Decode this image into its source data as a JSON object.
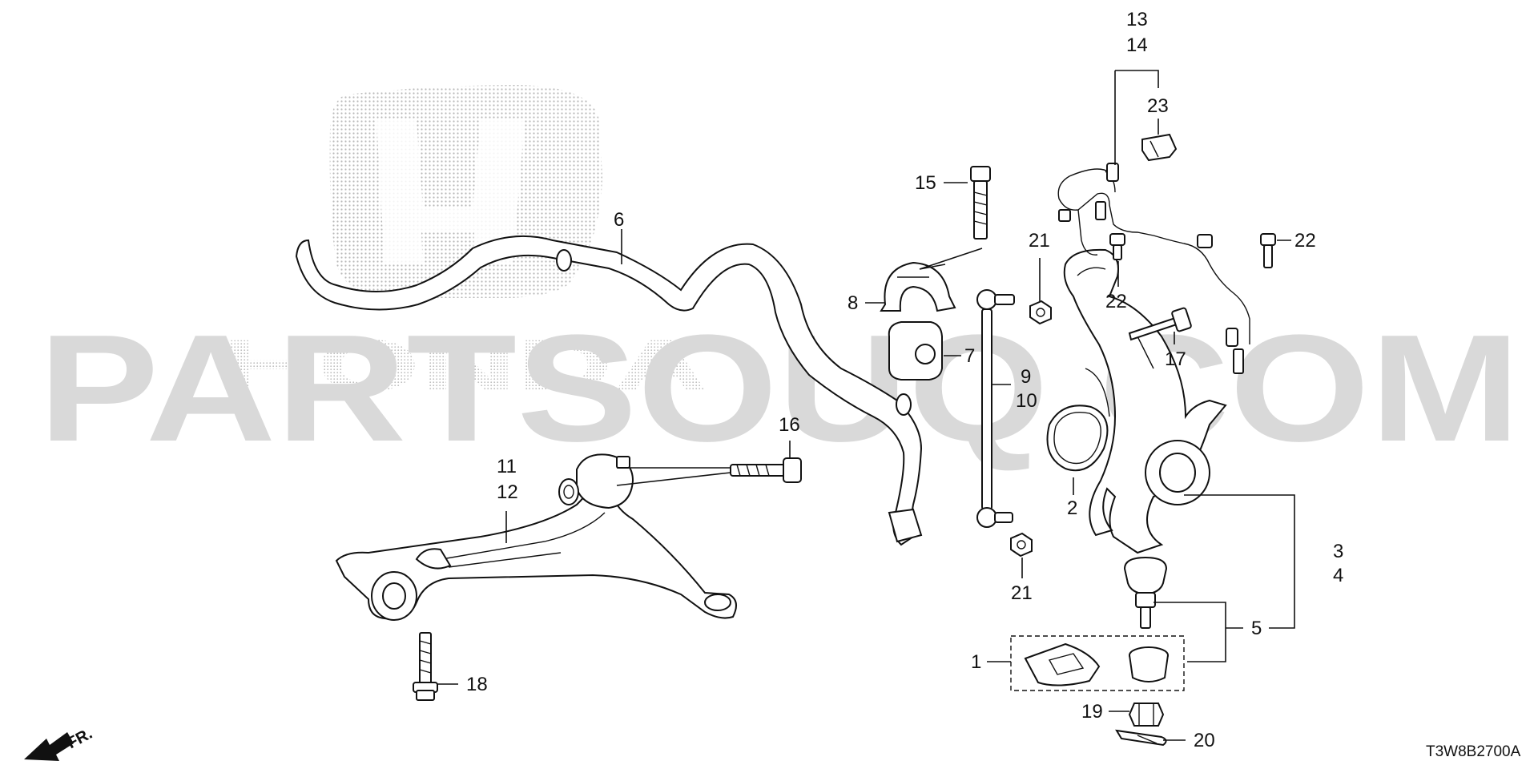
{
  "watermark": {
    "site_text": "PARTSOUQ.COM",
    "brand_text": "HONDA",
    "color": "#d9d9d9"
  },
  "callouts": {
    "c1": "1",
    "c2": "2",
    "c3": "3",
    "c4": "4",
    "c5": "5",
    "c6": "6",
    "c7": "7",
    "c8": "8",
    "c9": "9",
    "c10": "10",
    "c11": "11",
    "c12": "12",
    "c13": "13",
    "c14": "14",
    "c15": "15",
    "c16": "16",
    "c17": "17",
    "c18": "18",
    "c19": "19",
    "c20": "20",
    "c21a": "21",
    "c21b": "21",
    "c22a": "22",
    "c22b": "22",
    "c23": "23"
  },
  "direction_indicator": {
    "label": "FR.",
    "icon": "arrow-left-down-icon"
  },
  "drawing_code": "T3W8B2700A",
  "colors": {
    "line": "#111111",
    "background": "#ffffff"
  }
}
